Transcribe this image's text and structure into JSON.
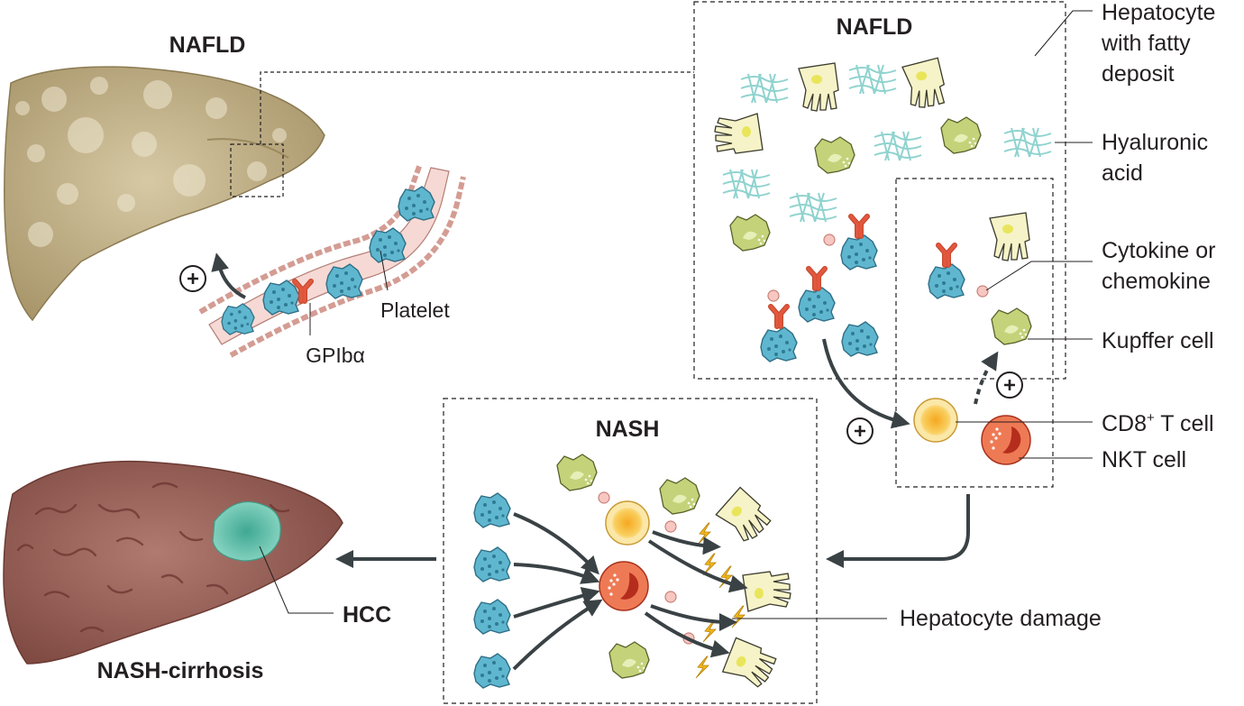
{
  "titles": {
    "nafld_liver": "NAFLD",
    "nafld_panel": "NAFLD",
    "nash_panel": "NASH",
    "cirrhosis": "NASH-cirrhosis",
    "hcc": "HCC"
  },
  "labels": {
    "platelet": "Platelet",
    "gpib": "GPIbα",
    "hep_fatty_1": "Hepatocyte",
    "hep_fatty_2": "with fatty",
    "hep_fatty_3": "deposit",
    "hyal_1": "Hyaluronic",
    "hyal_2": "acid",
    "cyto_1": "Cytokine or",
    "cyto_2": "chemokine",
    "kupffer": "Kupffer cell",
    "cd8": "CD8",
    "cd8_sup": "+",
    "cd8_tail": " T cell",
    "nkt": "NKT cell",
    "hep_damage": "Hepatocyte damage"
  },
  "symbols": {
    "plus": "+"
  },
  "colors": {
    "liver_nafld": "#b9a77a",
    "liver_cirrhosis": "#9e6459",
    "hcc": "#5fc5ae",
    "vessel": "#f6d9d4",
    "platelet": "#5fb6cf",
    "receptor": "#e2583e",
    "hepatocyte": "#f6f3c8",
    "kupffer": "#c4d37a",
    "hyaluronic": "#8fd3cf",
    "cd8": "#f7c64a",
    "nkt": "#d9432b",
    "arrow": "#3a4245",
    "lightning": "#f2b61c"
  }
}
